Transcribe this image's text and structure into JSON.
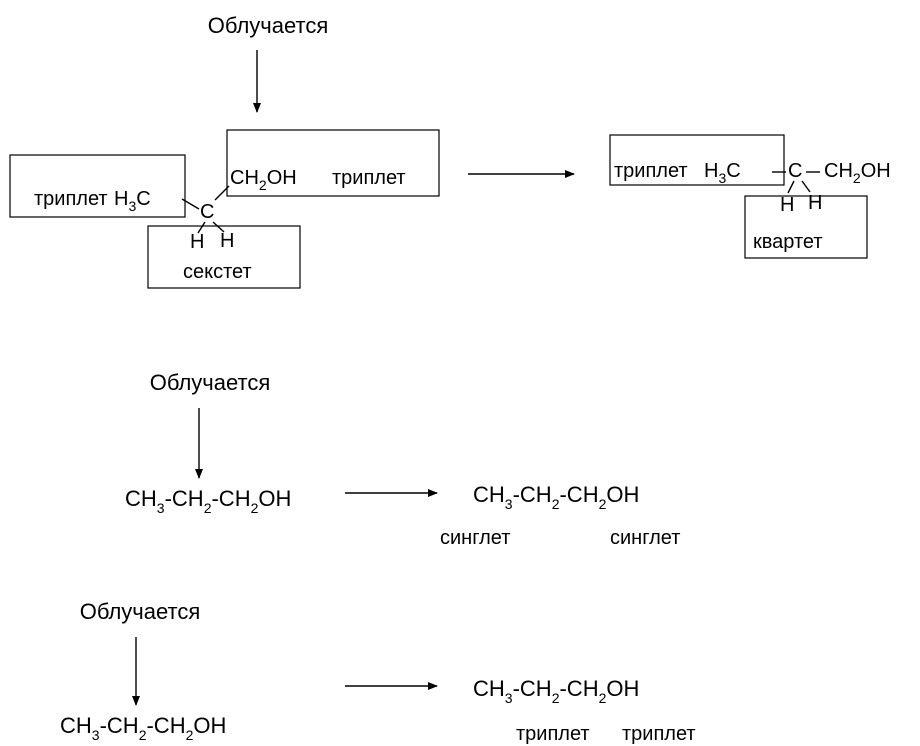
{
  "irradiated_label": "Облучается",
  "s1": {
    "left": {
      "label_methyl": "триплет",
      "methyl_H": "H",
      "methyl_sub": "3",
      "methyl_C": "C",
      "center_C": "C",
      "CH2OH_C": "CH",
      "CH2OH_sub": "2",
      "CH2OH_end": "OH",
      "label_CH2OH": "триплет",
      "H1": "H",
      "H2": "H",
      "label_CH2": "секстет"
    },
    "right": {
      "label_methyl": "триплет",
      "methyl_H": "H",
      "methyl_sub": "3",
      "methyl_C": "C",
      "center_C": "C",
      "CH2OH_C": "CH",
      "CH2OH_sub": "2",
      "CH2OH_end": "OH",
      "H1": "H",
      "H2": "H",
      "label_CH2": "квартет"
    }
  },
  "formula": {
    "a": "CH",
    "a_sub": "3",
    "b": "-CH",
    "b_sub": "2",
    "c": "-CH",
    "c_sub": "2",
    "d": "OH"
  },
  "s2": {
    "label_1": "синглет",
    "label_2": "синглет"
  },
  "s3": {
    "label_1": "триплет",
    "label_2": "триплет"
  }
}
